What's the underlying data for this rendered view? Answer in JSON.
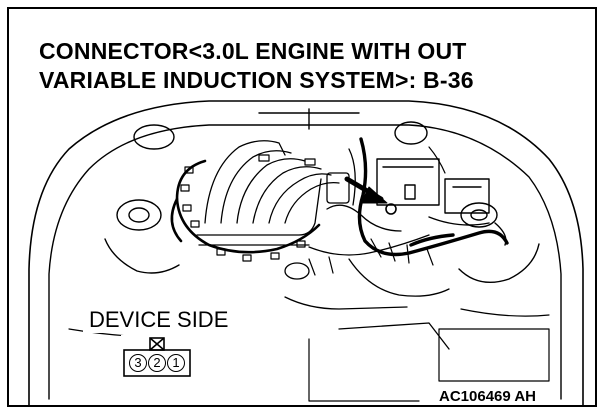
{
  "title_lines": [
    "CONNECTOR<3.0L ENGINE WITH OUT",
    "VARIABLE INDUCTION SYSTEM>: B-36"
  ],
  "device_side_label": "DEVICE SIDE",
  "connector_pins": [
    "3",
    "2",
    "1"
  ],
  "figure_code": "AC106469 AH"
}
